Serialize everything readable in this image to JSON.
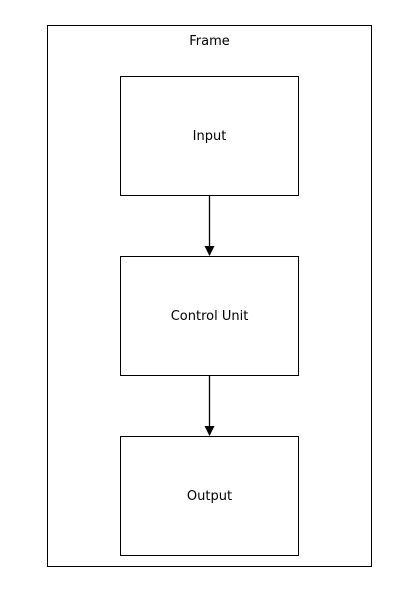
{
  "diagram": {
    "frame": {
      "label": "Frame"
    },
    "nodes": [
      {
        "id": "input",
        "label": "Input"
      },
      {
        "id": "control_unit",
        "label": "Control Unit"
      },
      {
        "id": "output",
        "label": "Output"
      }
    ],
    "edges": [
      {
        "from": "input",
        "to": "control_unit"
      },
      {
        "from": "control_unit",
        "to": "output"
      }
    ]
  }
}
